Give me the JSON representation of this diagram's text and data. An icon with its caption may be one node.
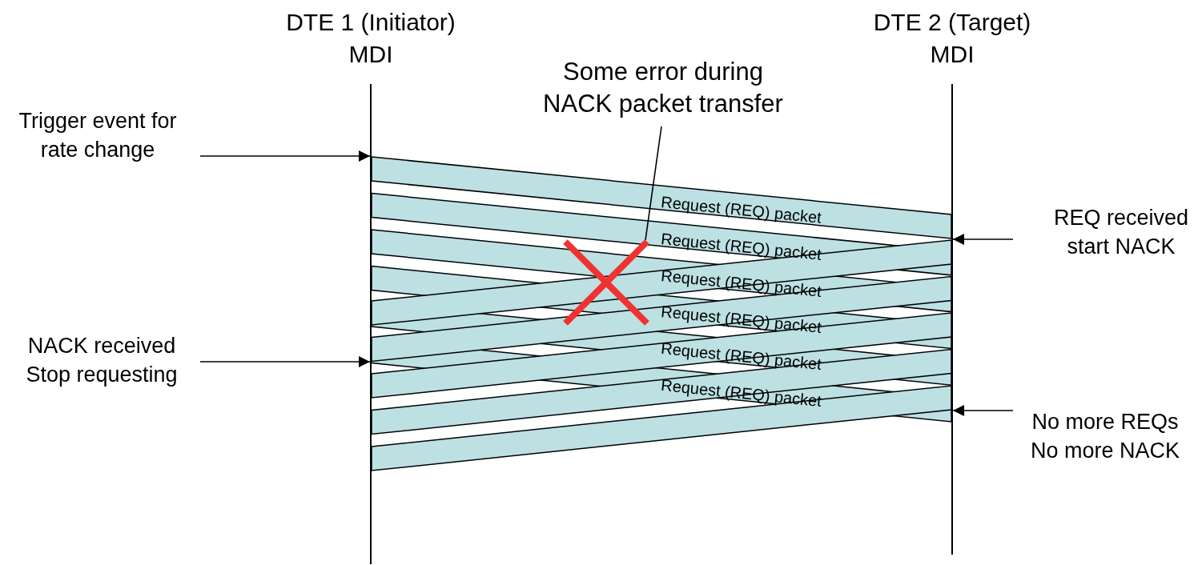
{
  "diagram": {
    "nodes": [
      {
        "text": [
          "DTE 1 (Initiator)",
          "MDI"
        ]
      },
      {
        "text": [
          "DTE 2 (Target)",
          "MDI"
        ]
      },
      {
        "text": [
          "Trigger event for rate change"
        ]
      },
      {
        "text": [
          "REQ received start NACK"
        ]
      },
      {
        "text": [
          "NACK received Stop requesting"
        ]
      },
      {
        "text": [
          "No more REQs No more NACK"
        ]
      },
      {
        "text": [
          "Some error during NACK packet transfer"
        ]
      },
      {
        "text": [],
        "shape": "cross"
      }
    ],
    "edges": [
      {
        "from": 0,
        "to": 1,
        "arrow": "none",
        "label": "Request (REQ) packet"
      },
      {
        "from": 0,
        "to": 1,
        "arrow": "none",
        "label": "Request (REQ) packet"
      },
      {
        "from": 0,
        "to": 1,
        "arrow": "none",
        "label": "Request (REQ) packet"
      },
      {
        "from": 0,
        "to": 1,
        "arrow": "none",
        "label": "Request (REQ) packet"
      },
      {
        "from": 0,
        "to": 1,
        "arrow": "none",
        "label": "Request (REQ) packet"
      },
      {
        "from": 0,
        "to": 1,
        "arrow": "none",
        "label": "Request (REQ) packet"
      },
      {
        "from": 1,
        "to": 0,
        "arrow": "none"
      },
      {
        "from": 1,
        "to": 0,
        "arrow": "none"
      },
      {
        "from": 1,
        "to": 0,
        "arrow": "none"
      },
      {
        "from": 1,
        "to": 0,
        "arrow": "none"
      },
      {
        "from": 1,
        "to": 0,
        "arrow": "none"
      },
      {
        "from": 2,
        "to": 0,
        "arrow": "to"
      },
      {
        "from": 3,
        "to": 1,
        "arrow": "to"
      },
      {
        "from": 4,
        "to": 0,
        "arrow": "to"
      },
      {
        "from": 5,
        "to": 1,
        "arrow": "to"
      },
      {
        "from": 6,
        "to": 7,
        "arrow": "none"
      }
    ]
  }
}
